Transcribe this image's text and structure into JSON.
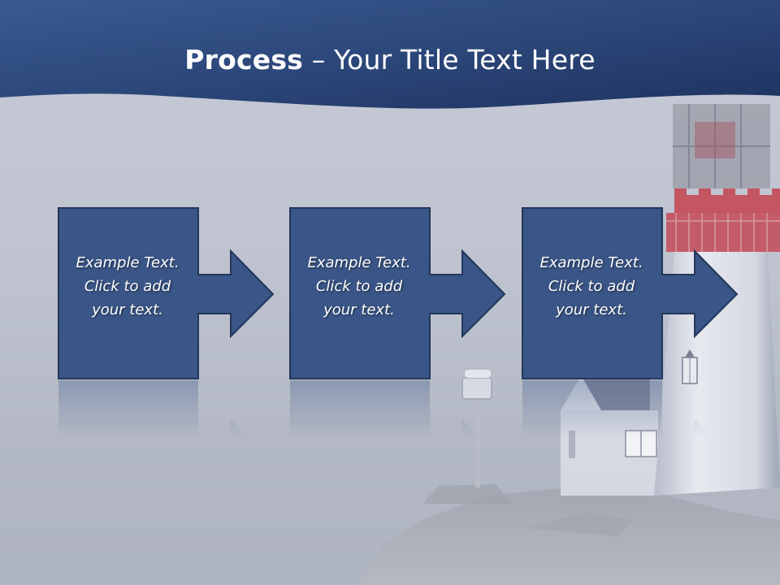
{
  "slide": {
    "title_bold": "Process",
    "title_rest": " – Your Title Text Here",
    "steps": [
      {
        "text": "Example Text.\nClick  to add\nyour text."
      },
      {
        "text": "Example Text.\nClick  to add\nyour text."
      },
      {
        "text": "Example Text.\nClick  to add\nyour text."
      }
    ]
  },
  "colors": {
    "header_blue": "#2e4a7e",
    "box_fill": "#3a5587",
    "box_border": "#24365a",
    "lighthouse_red": "#c43a45"
  },
  "icons": [
    "lighthouse-image",
    "step-arrow"
  ]
}
